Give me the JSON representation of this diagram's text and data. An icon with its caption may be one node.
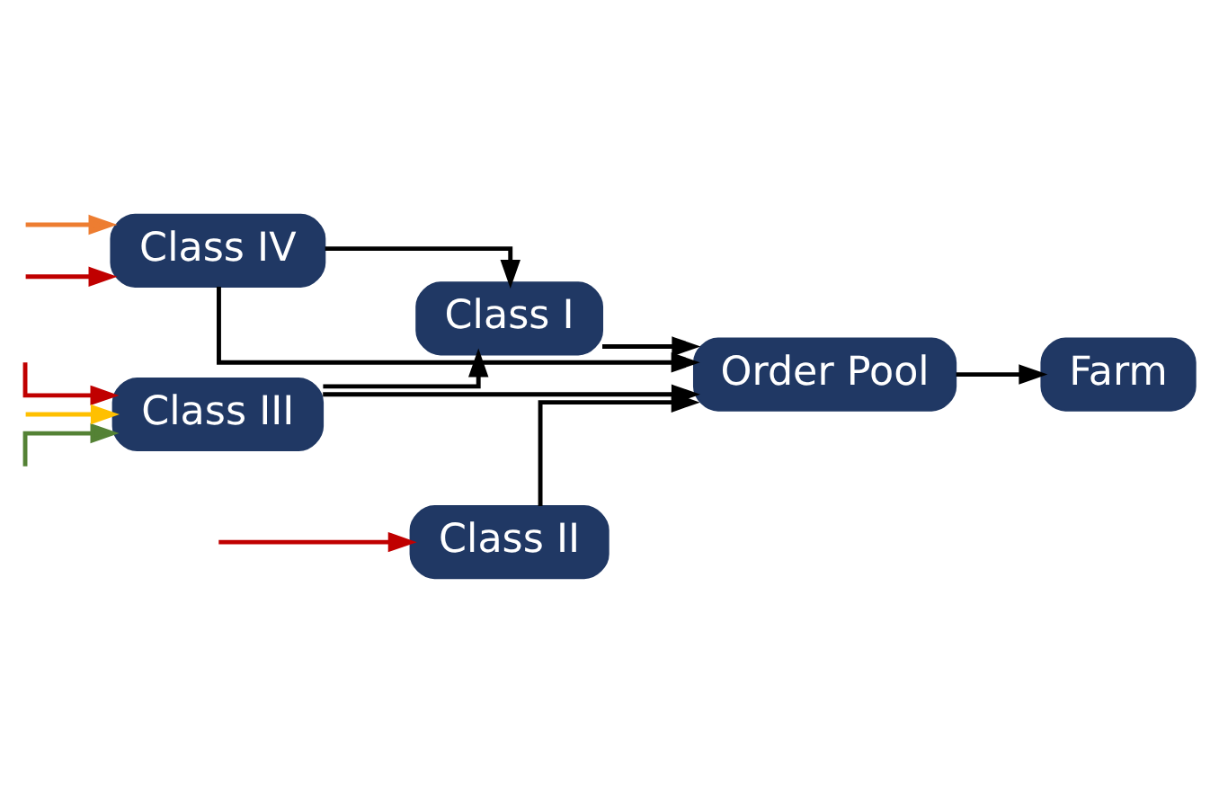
{
  "diagram": {
    "nodes": [
      {
        "text": [
          "Class III"
        ]
      },
      {
        "text": [
          "Class I"
        ]
      },
      {
        "text": [
          "Class IV"
        ]
      },
      {
        "text": [
          "Order Pool"
        ]
      },
      {
        "text": [
          "Farm"
        ]
      },
      {
        "text": [
          "Class II"
        ]
      }
    ],
    "edges": [
      {
        "from": null,
        "to": 0,
        "arrow": "to",
        "color": "#548235"
      },
      {
        "from": null,
        "to": 0,
        "arrow": "to",
        "color": "#c00000"
      },
      {
        "from": null,
        "to": 0,
        "arrow": "to",
        "color": "#ffc000"
      },
      {
        "from": null,
        "to": 2,
        "arrow": "to",
        "color": "#c00000"
      },
      {
        "from": null,
        "to": 2,
        "arrow": "to",
        "color": "#ed7d31"
      },
      {
        "from": null,
        "to": 5,
        "arrow": "to",
        "color": "#c00000"
      },
      {
        "from": 0,
        "to": 1,
        "arrow": "to"
      },
      {
        "from": 0,
        "to": 3,
        "arrow": "to"
      },
      {
        "from": 1,
        "to": 3,
        "arrow": "to"
      },
      {
        "from": 2,
        "to": 1,
        "arrow": "to"
      },
      {
        "from": 2,
        "to": 3,
        "arrow": "to"
      },
      {
        "from": 3,
        "to": 4,
        "arrow": "to"
      },
      {
        "from": 5,
        "to": 3,
        "arrow": "to"
      }
    ]
  }
}
